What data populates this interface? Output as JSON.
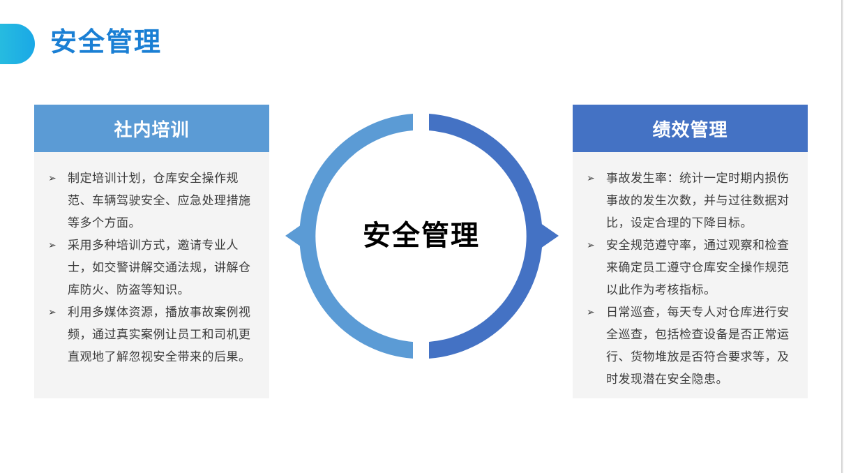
{
  "page": {
    "title": "安全管理"
  },
  "center": {
    "label": "安全管理",
    "ring_left_color": "#5b9bd5",
    "ring_right_color": "#4472c4"
  },
  "left_panel": {
    "heading": "社内培训",
    "header_color": "#5b9bd5",
    "bullet_icon": "arrow-bullet-icon",
    "items": [
      {
        "text": "制定培训计划，仓库安全操作规范、车辆驾驶安全、应急处理措施等多个方面。"
      },
      {
        "text": "采用多种培训方式，邀请专业人士，如交警讲解交通法规，讲解仓库防火、防盗等知识。"
      },
      {
        "text": "利用多媒体资源，播放事故案例视频，通过真实案例让员工和司机更直观地了解忽视安全带来的后果。"
      }
    ]
  },
  "right_panel": {
    "heading": "绩效管理",
    "header_color": "#4472c4",
    "bullet_icon": "arrow-bullet-icon",
    "items": [
      {
        "text": "事故发生率：统计一定时期内损伤事故的发生次数，并与过往数据对比，设定合理的下降目标。"
      },
      {
        "text": "安全规范遵守率，通过观察和检查来确定员工遵守仓库安全操作规范以此作为考核指标。"
      },
      {
        "text": "日常巡查，每天专人对仓库进行安全巡查，包括检查设备是否正常运行、货物堆放是否符合要求等，及时发现潜在安全隐患。"
      }
    ]
  },
  "colors": {
    "title_blue": "#1a7fd4",
    "tab_gradient_start": "#2ec7dc",
    "tab_gradient_end": "#1aa8e6",
    "panel_body_bg": "#f4f4f4"
  }
}
